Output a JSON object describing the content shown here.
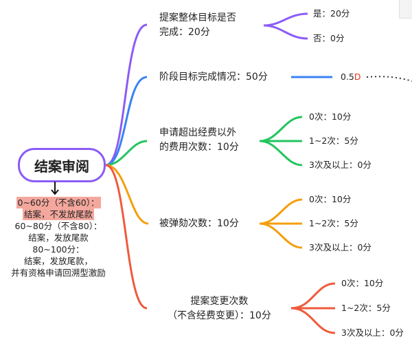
{
  "root": {
    "label": "结案审阅"
  },
  "root_notes": {
    "line1a": "0~60分（不含60）：",
    "line1b": "结案，不发放尾款",
    "line2a": "60~80分（不含80）：",
    "line2b": "结案，发放尾款",
    "line3a": "80~100分：",
    "line3b": "结案，发放尾款，",
    "line3c": "并有资格申请回溯型激励"
  },
  "branches": [
    {
      "line1": "提案整体目标是否",
      "line2": "完成：20分",
      "color": "#8b5cf6",
      "children": [
        "是：20分",
        "否：0分"
      ]
    },
    {
      "line1": "阶段目标完成情况：50分",
      "line2": "",
      "color": "#3b82f6",
      "children": [
        "0.5"
      ],
      "child_suffix": "D"
    },
    {
      "line1": "申请超出经费以外",
      "line2": "的费用次数：10分",
      "color": "#22c55e",
      "children": [
        "0次：10分",
        "1~2次：5分",
        "3次及以上：0分"
      ]
    },
    {
      "line1": "被弹劾次数：10分",
      "line2": "",
      "color": "#f59e0b",
      "children": [
        "0次：10分",
        "1~2次：5分",
        "3次及以上：0分"
      ]
    },
    {
      "line1": "提案变更次数",
      "line2": "（不含经费变更）：10分",
      "color": "#ef5a3c",
      "children": [
        "0次：10分",
        "1~2次：5分",
        "3次及以上：0分"
      ]
    }
  ],
  "colors": {
    "root_border": "#8b5cf6",
    "highlight": "#f4a79d",
    "accent_red": "#e5331a"
  }
}
